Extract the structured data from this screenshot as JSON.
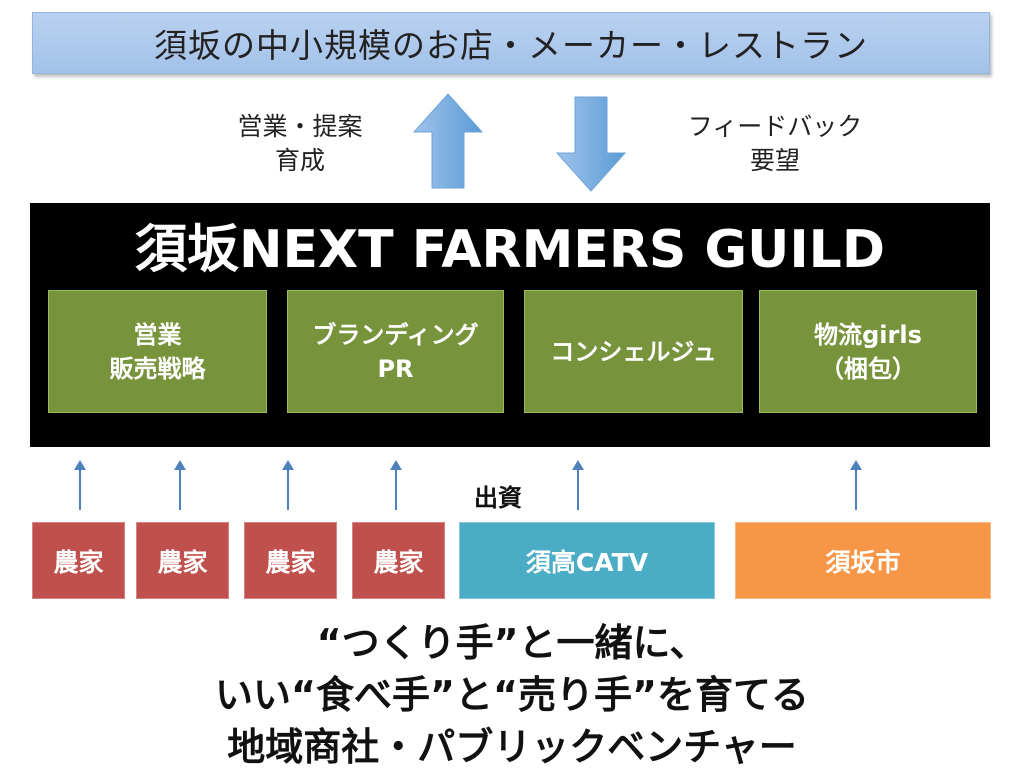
{
  "top_banner": "須坂の中小規模のお店・メーカー・レストラン",
  "left_label": [
    "営業・提案",
    "育成"
  ],
  "right_label": [
    "フィードバック",
    "要望"
  ],
  "guild_title": "須坂NEXT FARMERS GUILD",
  "functions": [
    {
      "lines": [
        "営業",
        "販売戦略"
      ]
    },
    {
      "lines": [
        "ブランディング",
        "PR"
      ]
    },
    {
      "lines": [
        "コンシェルジュ"
      ]
    },
    {
      "lines": [
        "物流girls",
        "（梱包）"
      ]
    }
  ],
  "investment_label": "出資",
  "farmers": [
    "農家",
    "農家",
    "農家",
    "農家"
  ],
  "catv": "須高CATV",
  "city": "須坂市",
  "tagline": [
    "“つくり手”と一緒に、",
    "いい“食べ手”と“売り手”を育てる",
    "地域商社・パブリックベンチャー"
  ],
  "colors": {
    "banner": "#a3c2e9",
    "guild_bg": "#000000",
    "function_box": "#77933c",
    "farmer": "#c0504d",
    "catv": "#4bacc6",
    "city": "#f79646",
    "arrow": "#5b9bd5"
  },
  "icons": [
    "arrow-up-icon",
    "arrow-down-icon"
  ]
}
